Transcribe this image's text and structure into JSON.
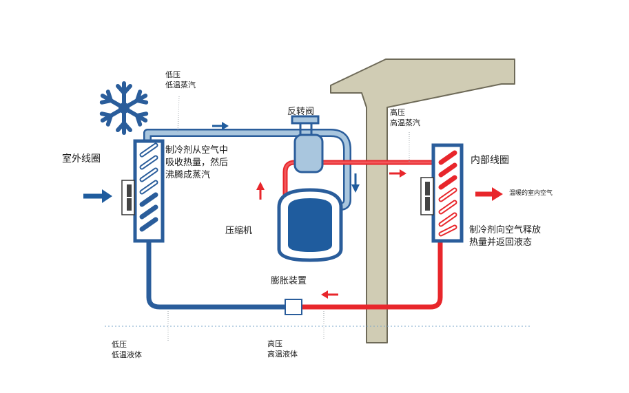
{
  "labels": {
    "low_pressure_vapor": [
      "低压",
      "低温蒸汽"
    ],
    "outdoor_coil": "室外线圈",
    "absorb_note": [
      "制冷剂从空气中",
      "吸收热量，然后",
      "沸腾成蒸汽"
    ],
    "reversing_valve": "反转阀",
    "compressor": "压缩机",
    "high_pressure_vapor": [
      "高压",
      "高温蒸汽"
    ],
    "indoor_coil": "内部线圈",
    "warm_air": "温暖的室内空气",
    "release_note": [
      "制冷剂向空气释放",
      "热量并返回液态"
    ],
    "expansion_device": "膨胀装置",
    "low_pressure_liquid": [
      "低压",
      "低温液体"
    ],
    "high_pressure_liquid": [
      "高压",
      "高温液体"
    ]
  },
  "colors": {
    "cold_line": "#2a5d9b",
    "cold_light": "#a9c6de",
    "hot_line": "#e8262b",
    "wall": "#d0ccb4",
    "wall_edge": "#6e6a58",
    "snowflake": "#2a5d9b"
  },
  "icons": {
    "snowflake": "snowflake-icon",
    "fan_left": "fan-icon",
    "fan_right": "fan-icon"
  }
}
